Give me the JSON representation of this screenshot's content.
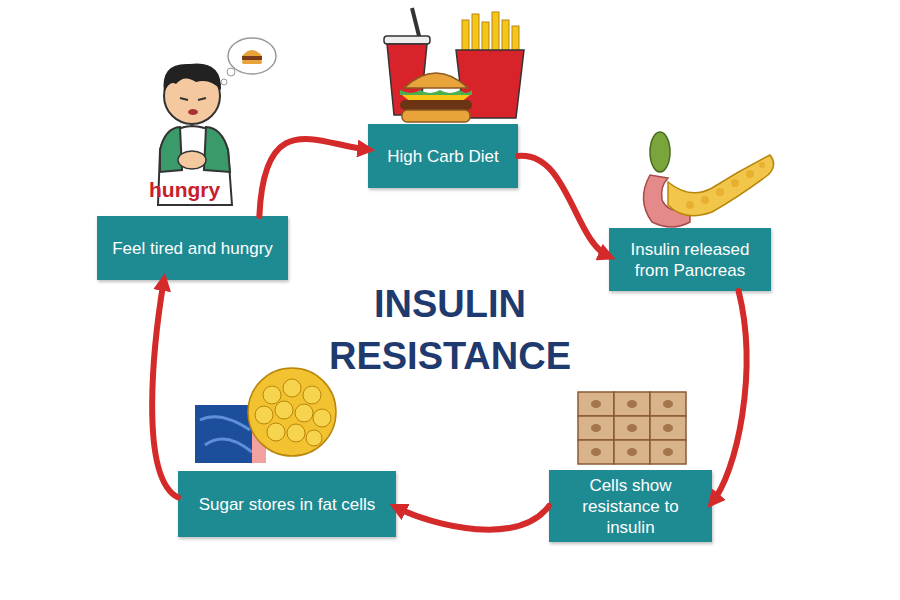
{
  "diagram": {
    "title": "INSULIN RESISTANCE",
    "nodes": [
      {
        "text": [
          "High Carb Diet"
        ]
      },
      {
        "text": [
          "Insulin released from Pancreas"
        ]
      },
      {
        "text": [
          "Cells show resistance to insulin"
        ]
      },
      {
        "text": [
          "Sugar stores in fat cells"
        ]
      },
      {
        "text": [
          "Feel tired and hungry"
        ]
      }
    ],
    "edges": [
      {
        "from": 0,
        "to": 1,
        "arrow": "to"
      },
      {
        "from": 1,
        "to": 2,
        "arrow": "to"
      },
      {
        "from": 2,
        "to": 3,
        "arrow": "to"
      },
      {
        "from": 3,
        "to": 4,
        "arrow": "to"
      },
      {
        "from": 4,
        "to": 0,
        "arrow": "to"
      }
    ],
    "labels": [
      "hungry"
    ]
  }
}
